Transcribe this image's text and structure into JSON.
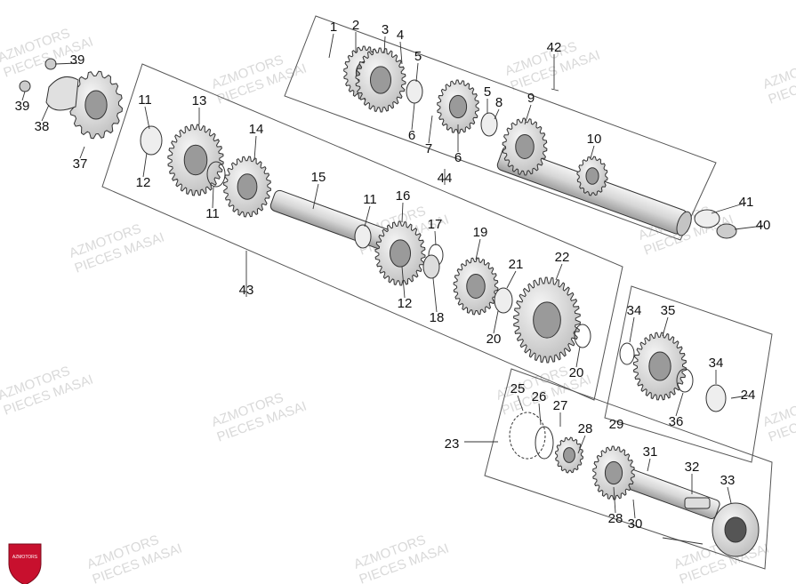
{
  "diagram": {
    "labels": {
      "p1": "1",
      "p2": "2",
      "p3": "3",
      "p4": "4",
      "p5a": "5",
      "p5b": "5",
      "p6a": "6",
      "p6b": "6",
      "p7": "7",
      "p8": "8",
      "p9": "9",
      "p10": "10",
      "p11a": "11",
      "p11b": "11",
      "p11c": "11",
      "p12a": "12",
      "p12b": "12",
      "p13": "13",
      "p14": "14",
      "p15": "15",
      "p16": "16",
      "p17": "17",
      "p18": "18",
      "p19": "19",
      "p20a": "20",
      "p20b": "20",
      "p21": "21",
      "p22": "22",
      "p23": "23",
      "p24": "24",
      "p25": "25",
      "p26": "26",
      "p27": "27",
      "p28a": "28",
      "p28b": "28",
      "p29": "29",
      "p30": "30",
      "p31": "31",
      "p32": "32",
      "p33": "33",
      "p34a": "34",
      "p34b": "34",
      "p35": "35",
      "p36": "36",
      "p37": "37",
      "p38": "38",
      "p39a": "39",
      "p39b": "39",
      "p40": "40",
      "p41": "41",
      "p42": "42",
      "p43": "43",
      "p44": "44"
    },
    "watermark": {
      "line1": "AZMOTORS",
      "line2": "PIECES MASAI"
    },
    "logo_text": "AZMOTORS",
    "colors": {
      "part_fill": "#e6e6e6",
      "part_dark": "#9a9a9a",
      "logo_red": "#c8102e"
    }
  }
}
